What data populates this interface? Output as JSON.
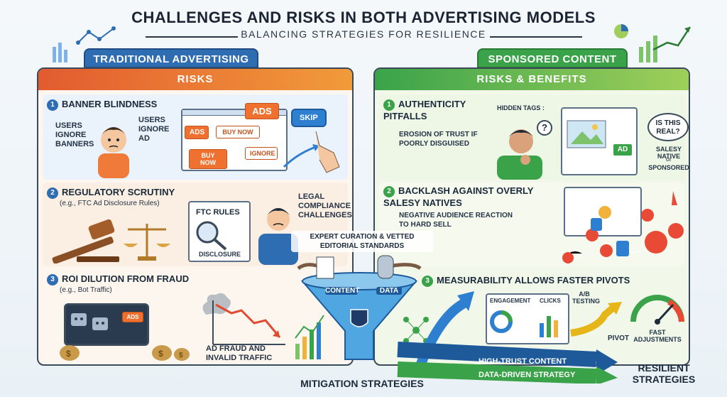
{
  "header": {
    "title": "CHALLENGES AND RISKS IN BOTH ADVERTISING MODELS",
    "subtitle": "BALANCING STRATEGIES FOR RESILIENCE"
  },
  "left": {
    "tab": "TRADITIONAL ADVERTISING",
    "band": "RISKS",
    "s1": {
      "num": "1",
      "title": "BANNER BLINDNESS",
      "users_ignore_banners": "USERS IGNORE BANNERS",
      "users_ignore_ad": "USERS IGNORE AD",
      "ads_big": "ADS",
      "ads_small": "ADS",
      "buy_now": "BUY NOW",
      "buy_now2": "BUY NOW",
      "ignore": "IGNORE",
      "skip": "SKIP"
    },
    "s2": {
      "num": "2",
      "title": "REGULATORY SCRUTINY",
      "note": "(e.g., FTC Ad Disclosure Rules)",
      "ftc": "FTC RULES",
      "disclosure": "DISCLOSURE",
      "legal": "LEGAL COMPLIANCE CHALLENGES"
    },
    "s3": {
      "num": "3",
      "title": "ROI DILUTION FROM FRAUD",
      "note": "(e.g., Bot Traffic)",
      "ads": "ADS",
      "fraud": "AD FRAUD AND INVALID TRAFFIC"
    }
  },
  "right": {
    "tab": "SPONSORED CONTENT",
    "band": "RISKS & BENEFITS",
    "s1": {
      "num": "1",
      "title": "AUTHENTICITY PITFALLS",
      "desc": "EROSION OF TRUST IF POORLY DISGUISED",
      "hidden": "HIDDEN TAGS :",
      "real": "IS THIS REAL?",
      "ad": "AD",
      "salesy": "SALESY NATIVE",
      "or": "or",
      "sponsored": "SPONSORED"
    },
    "s2": {
      "num": "2",
      "title": "BACKLASH AGAINST OVERLY SALESY NATIVES",
      "desc": "NEGATIVE AUDIENCE REACTION TO HARD SELL"
    },
    "s3": {
      "num": "3",
      "title": "MEASURABILITY ALLOWS FASTER PIVOTS",
      "engagement": "ENGAGEMENT",
      "clicks": "CLICKS",
      "ab": "A/B TESTING",
      "pivot": "PIVOT",
      "fast": "FAST ADJUSTMENTS"
    }
  },
  "center": {
    "curation": "EXPERT CURATION & VETTED EDITORIAL STANDARDS",
    "content": "CONTENT",
    "data": "DATA",
    "mitigation": "MITIGATION STRATEGIES",
    "high_trust": "HIGH-TRUST CONTENT",
    "data_driven": "DATA-DRIVEN STRATEGY",
    "resilient": "RESILIENT STRATEGIES"
  },
  "colors": {
    "left_accent": "#e25b2f",
    "right_accent": "#3aa34a",
    "blue": "#2f6db3"
  }
}
